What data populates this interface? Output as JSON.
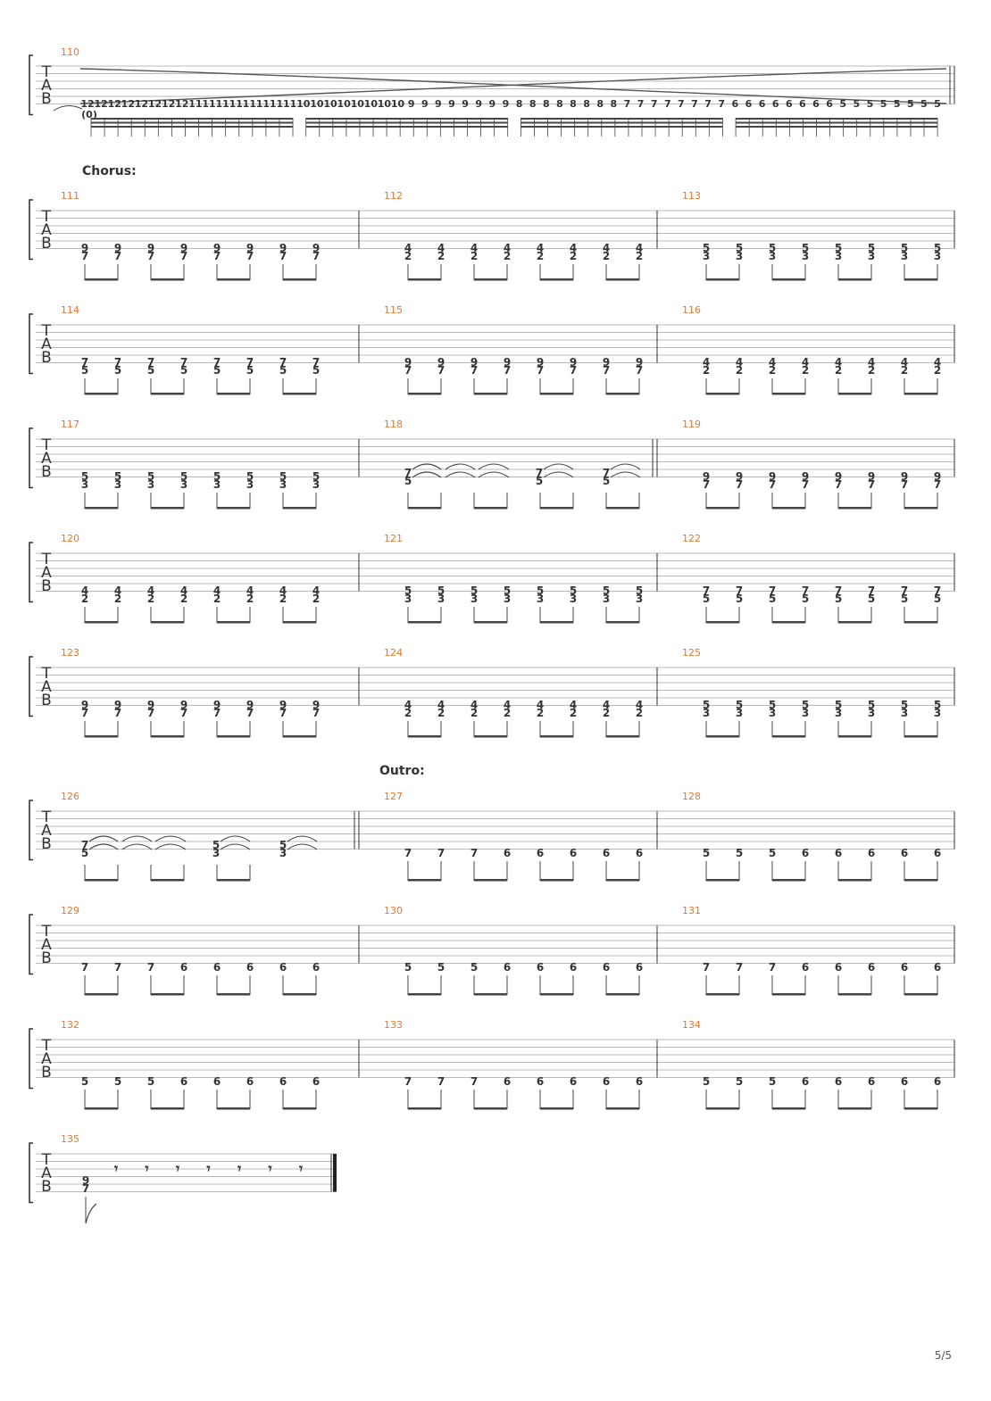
{
  "page": {
    "number": "5/5"
  },
  "tab_label": [
    "T",
    "A",
    "B"
  ],
  "sections": {
    "chorus": "Chorus:",
    "outro": "Outro:"
  },
  "intro_slide": {
    "measure": "110",
    "notes": [
      "12",
      "12",
      "12",
      "12",
      "12",
      "12",
      "12",
      "12",
      "11",
      "11",
      "11",
      "11",
      "11",
      "11",
      "11",
      "11",
      "10",
      "10",
      "10",
      "10",
      "10",
      "10",
      "10",
      "10",
      "9",
      "9",
      "9",
      "9",
      "9",
      "9",
      "9",
      "9",
      "8",
      "8",
      "8",
      "8",
      "8",
      "8",
      "8",
      "8",
      "7",
      "7",
      "7",
      "7",
      "7",
      "7",
      "7",
      "7",
      "6",
      "6",
      "6",
      "6",
      "6",
      "6",
      "6",
      "6",
      "5",
      "5",
      "5",
      "5",
      "5",
      "5",
      "5",
      "5"
    ],
    "tied": "(0)"
  },
  "measures": [
    {
      "num": "111",
      "type": "pc",
      "hi": "9",
      "lo": "7"
    },
    {
      "num": "112",
      "type": "pc",
      "hi": "4",
      "lo": "2"
    },
    {
      "num": "113",
      "type": "pc",
      "hi": "5",
      "lo": "3"
    },
    {
      "num": "114",
      "type": "pc",
      "hi": "7",
      "lo": "5"
    },
    {
      "num": "115",
      "type": "pc",
      "hi": "9",
      "lo": "7"
    },
    {
      "num": "116",
      "type": "pc",
      "hi": "4",
      "lo": "2"
    },
    {
      "num": "117",
      "type": "pc",
      "hi": "5",
      "lo": "3"
    },
    {
      "num": "118",
      "type": "tie",
      "chords": [
        {
          "hi": "7",
          "lo": "5"
        },
        {
          "hi": "7",
          "lo": "5"
        },
        {
          "hi": "7",
          "lo": "5"
        }
      ]
    },
    {
      "num": "119",
      "type": "pc",
      "hi": "9",
      "lo": "7"
    },
    {
      "num": "120",
      "type": "pc",
      "hi": "4",
      "lo": "2"
    },
    {
      "num": "121",
      "type": "pc",
      "hi": "5",
      "lo": "3"
    },
    {
      "num": "122",
      "type": "pc",
      "hi": "7",
      "lo": "5"
    },
    {
      "num": "123",
      "type": "pc",
      "hi": "9",
      "lo": "7"
    },
    {
      "num": "124",
      "type": "pc",
      "hi": "4",
      "lo": "2"
    },
    {
      "num": "125",
      "type": "pc",
      "hi": "5",
      "lo": "3"
    },
    {
      "num": "126",
      "type": "tie",
      "chords": [
        {
          "hi": "7",
          "lo": "5"
        },
        {
          "hi": "5",
          "lo": "3"
        },
        {
          "hi": "5",
          "lo": "3"
        }
      ]
    },
    {
      "num": "127",
      "type": "single",
      "notes": [
        "7",
        "7",
        "7",
        "6",
        "6",
        "6",
        "6",
        "6"
      ]
    },
    {
      "num": "128",
      "type": "single",
      "notes": [
        "5",
        "5",
        "5",
        "6",
        "6",
        "6",
        "6",
        "6"
      ]
    },
    {
      "num": "129",
      "type": "single",
      "notes": [
        "7",
        "7",
        "7",
        "6",
        "6",
        "6",
        "6",
        "6"
      ]
    },
    {
      "num": "130",
      "type": "single",
      "notes": [
        "5",
        "5",
        "5",
        "6",
        "6",
        "6",
        "6",
        "6"
      ]
    },
    {
      "num": "131",
      "type": "single",
      "notes": [
        "7",
        "7",
        "7",
        "6",
        "6",
        "6",
        "6",
        "6"
      ]
    },
    {
      "num": "132",
      "type": "single",
      "notes": [
        "5",
        "5",
        "5",
        "6",
        "6",
        "6",
        "6",
        "6"
      ]
    },
    {
      "num": "133",
      "type": "single",
      "notes": [
        "7",
        "7",
        "7",
        "6",
        "6",
        "6",
        "6",
        "6"
      ]
    },
    {
      "num": "134",
      "type": "single",
      "notes": [
        "5",
        "5",
        "5",
        "6",
        "6",
        "6",
        "6",
        "6"
      ]
    },
    {
      "num": "135",
      "type": "final",
      "hi": "9",
      "lo": "7",
      "rest_count": 7
    }
  ]
}
